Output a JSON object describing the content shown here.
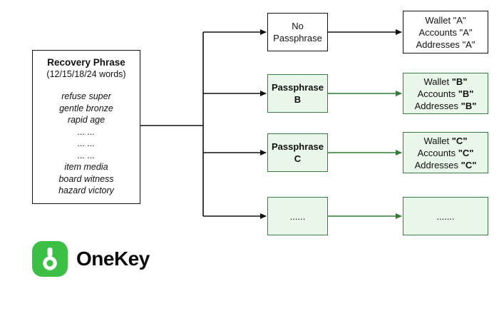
{
  "recovery": {
    "title": "Recovery Phrase",
    "subtitle": "(12/15/18/24 words)",
    "words": [
      "refuse super",
      "gentle bronze",
      "rapid age",
      "... ...",
      "... ...",
      "... ...",
      "item media",
      "board witness",
      "hazard victory"
    ]
  },
  "rows": [
    {
      "passphrase": [
        "No",
        "Passphrase"
      ],
      "wallet": [
        {
          "label": "Wallet ",
          "value": "\"A\""
        },
        {
          "label": "Accounts ",
          "value": "\"A\""
        },
        {
          "label": "Addresses ",
          "value": "\"A\""
        }
      ]
    },
    {
      "passphrase": [
        "Passphrase",
        "B"
      ],
      "wallet": [
        {
          "label": "Wallet ",
          "value": "\"B\""
        },
        {
          "label": "Accounts ",
          "value": "\"B\""
        },
        {
          "label": "Addresses ",
          "value": "\"B\""
        }
      ]
    },
    {
      "passphrase": [
        "Passphrase",
        "C"
      ],
      "wallet": [
        {
          "label": "Wallet ",
          "value": "\"C\""
        },
        {
          "label": "Accounts ",
          "value": "\"C\""
        },
        {
          "label": "Addresses ",
          "value": "\"C\""
        }
      ]
    },
    {
      "passphrase": [
        "......"
      ],
      "wallet_text": "......."
    }
  ],
  "brand": {
    "name": "OneKey"
  },
  "colors": {
    "green_fill": "#e9f6ea",
    "green_border": "#3a7d44",
    "green_arrow": "#2e7d32",
    "line_black": "#111111",
    "brand_green": "#3bbf44"
  }
}
